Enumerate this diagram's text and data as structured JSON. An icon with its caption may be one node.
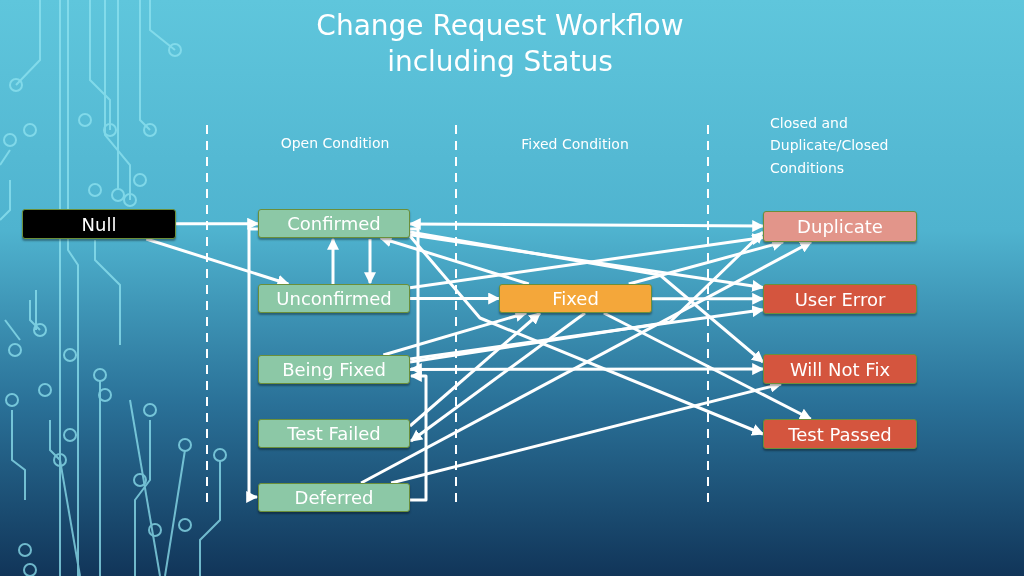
{
  "diagram": {
    "title": "Change Request Workflow including Status",
    "nodes": [
      {
        "text": [
          "Null"
        ]
      },
      {
        "text": [
          "Confirmed"
        ]
      },
      {
        "text": [
          "Unconfirmed"
        ]
      },
      {
        "text": [
          "Being Fixed"
        ]
      },
      {
        "text": [
          "Test Failed"
        ]
      },
      {
        "text": [
          "Deferred"
        ]
      },
      {
        "text": [
          "Fixed"
        ]
      },
      {
        "text": [
          "Duplicate"
        ]
      },
      {
        "text": [
          "User Error"
        ]
      },
      {
        "text": [
          "Will Not Fix"
        ]
      },
      {
        "text": [
          "Test Passed"
        ]
      }
    ],
    "edges": [
      {
        "from": 0,
        "to": 1,
        "arrow": "to"
      },
      {
        "from": 0,
        "to": 2,
        "arrow": "to"
      },
      {
        "from": 2,
        "to": 1,
        "arrow": "to"
      },
      {
        "from": 1,
        "to": 2,
        "arrow": "to"
      },
      {
        "from": 1,
        "to": 3,
        "arrow": "to"
      },
      {
        "from": 1,
        "to": 5,
        "arrow": "to"
      },
      {
        "from": 5,
        "to": 3,
        "arrow": "to"
      },
      {
        "from": 1,
        "to": 7,
        "arrow": "both"
      },
      {
        "from": 1,
        "to": 8,
        "arrow": "to"
      },
      {
        "from": 1,
        "to": 9,
        "arrow": "to"
      },
      {
        "from": 6,
        "to": 1,
        "arrow": "to"
      },
      {
        "from": 2,
        "to": 7,
        "arrow": "to"
      },
      {
        "from": 2,
        "to": 6,
        "arrow": "to"
      },
      {
        "from": 3,
        "to": 6,
        "arrow": "to"
      },
      {
        "from": 3,
        "to": 7,
        "arrow": "to"
      },
      {
        "from": 3,
        "to": 8,
        "arrow": "to"
      },
      {
        "from": 3,
        "to": 9,
        "arrow": "to"
      },
      {
        "from": 4,
        "to": 6,
        "arrow": "to"
      },
      {
        "from": 6,
        "to": 4,
        "arrow": "to"
      },
      {
        "from": 5,
        "to": 7,
        "arrow": "to"
      },
      {
        "from": 5,
        "to": 9,
        "arrow": "to"
      },
      {
        "from": 6,
        "to": 7,
        "arrow": "to"
      },
      {
        "from": 6,
        "to": 8,
        "arrow": "to"
      },
      {
        "from": 6,
        "to": 10,
        "arrow": "to"
      },
      {
        "from": 1,
        "to": 10,
        "arrow": "to"
      }
    ],
    "labels": [
      "Open Condition",
      "Fixed Condition",
      "Closed and Duplicate/Closed Conditions"
    ]
  }
}
